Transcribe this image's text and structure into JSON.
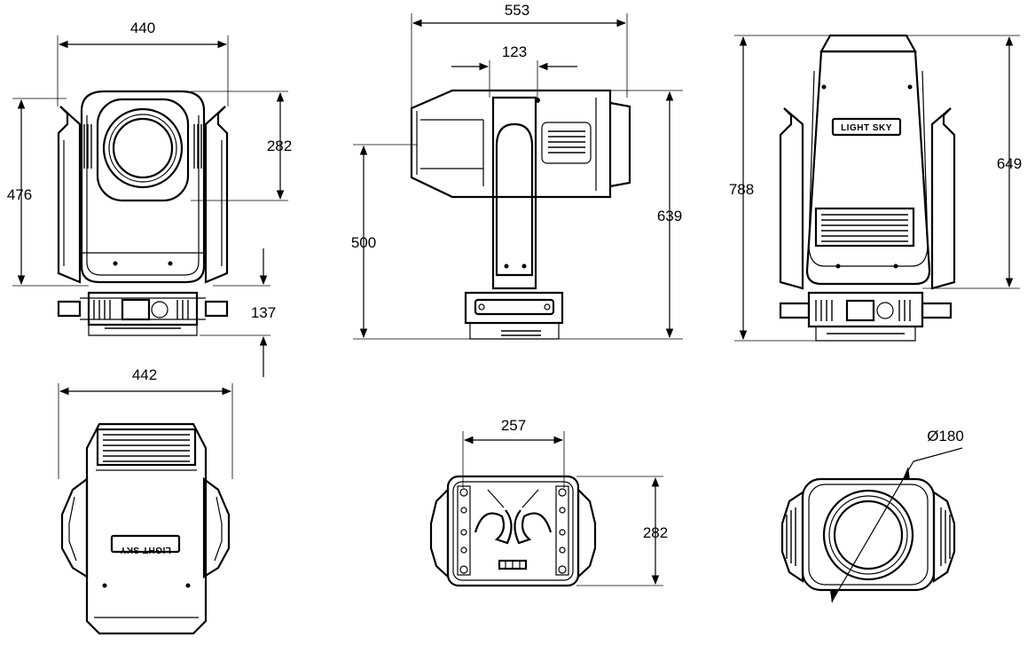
{
  "title": "",
  "brand": "LIGHT SKY",
  "views": {
    "front": {
      "width_label": "440",
      "height_label": "476",
      "lens_height_label": "282",
      "base_height_label": "137"
    },
    "side": {
      "width_label": "553",
      "arm_width_label": "123",
      "pivot_height_label": "500",
      "total_height_label": "639"
    },
    "back": {
      "height_label": "788",
      "body_height_label": "649"
    },
    "top": {
      "width_label": "442"
    },
    "bottom": {
      "mount_spacing_label": "257",
      "depth_label": "282"
    },
    "lens": {
      "diameter_label": "Ø180"
    }
  }
}
